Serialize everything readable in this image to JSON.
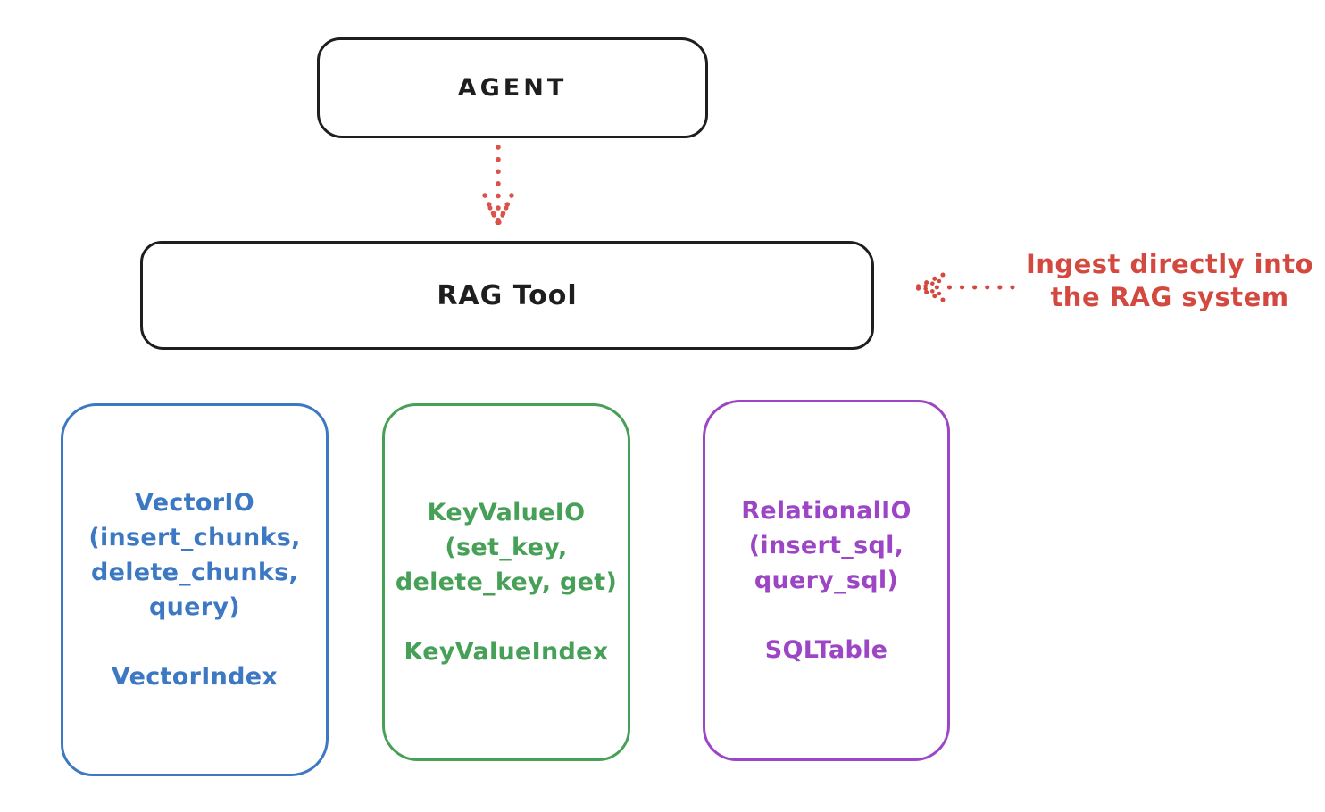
{
  "diagram": {
    "background": "#ffffff",
    "stroke_color": "#1e1e1e",
    "accent_red": "#d3483f",
    "agent": {
      "label": "AGENT"
    },
    "rag_tool": {
      "label": "RAG Tool"
    },
    "annotation": {
      "color": "#d3483f",
      "line1": "Ingest directly into",
      "line2": "the RAG system"
    },
    "arrows": [
      {
        "name": "agent-to-rag-arrow",
        "style": "dotted",
        "direction": "down",
        "color": "#d3483f"
      },
      {
        "name": "ingest-annotation-arrow",
        "style": "dotted",
        "direction": "left",
        "color": "#d3483f"
      }
    ],
    "storage_boxes": [
      {
        "title": "VectorIO",
        "method_line1": "(insert_chunks,",
        "method_line2": "delete_chunks,",
        "method_line3": "query)",
        "index_label": "VectorIndex",
        "color": "#3d79c2"
      },
      {
        "title": "KeyValueIO",
        "method_line1": "(set_key,",
        "method_line2": "delete_key, get)",
        "index_label": "KeyValueIndex",
        "color": "#47a057"
      },
      {
        "title": "RelationalIO",
        "method_line1": "(insert_sql,",
        "method_line2": "query_sql)",
        "index_label": "SQLTable",
        "color": "#9c46c5"
      }
    ]
  }
}
